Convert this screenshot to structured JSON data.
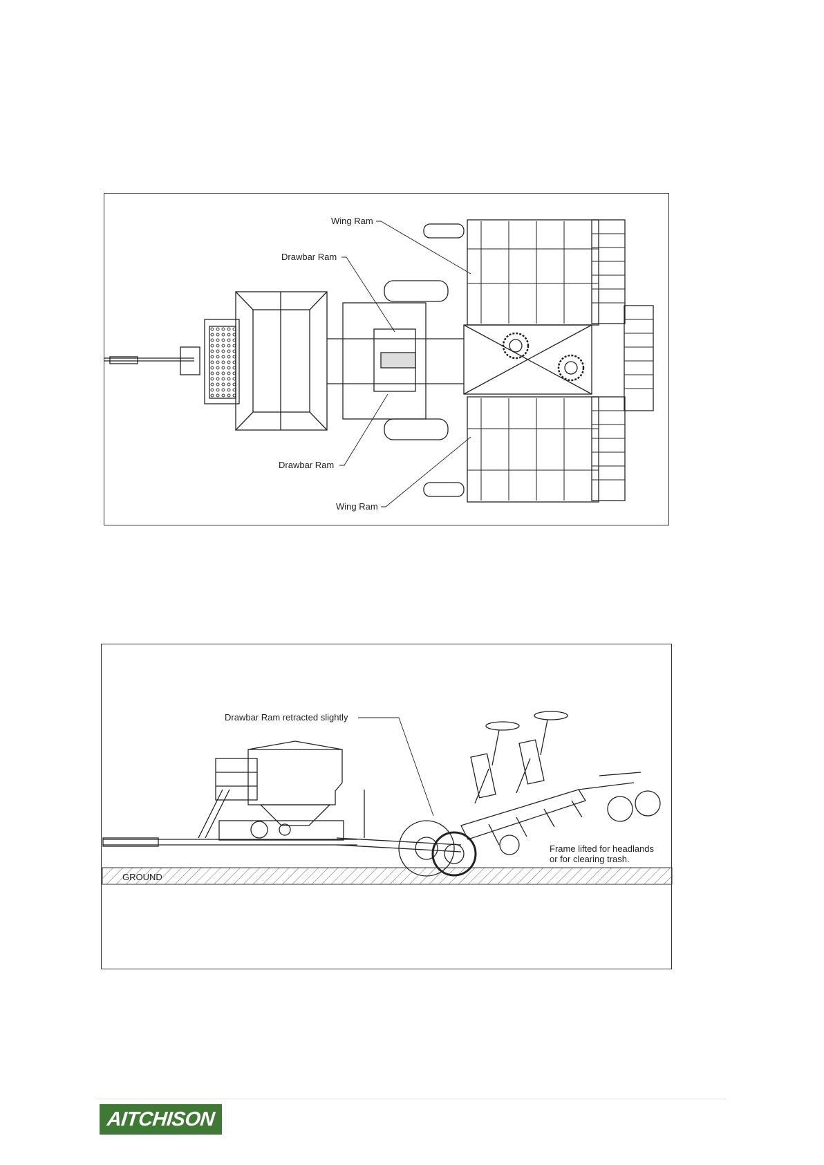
{
  "figure_top": {
    "labels": {
      "wing_ram_top": "Wing Ram",
      "drawbar_ram_top": "Drawbar Ram",
      "drawbar_ram_bottom": "Drawbar Ram",
      "wing_ram_bottom": "Wing Ram"
    }
  },
  "figure_side": {
    "labels": {
      "drawbar_retracted": "Drawbar Ram retracted slightly",
      "frame_lifted_line1": "Frame lifted for headlands",
      "frame_lifted_line2": "or for clearing trash.",
      "ground": "GROUND"
    }
  },
  "footer": {
    "logo_text": "AITCHISON",
    "logo_color": "#3f7a35"
  }
}
